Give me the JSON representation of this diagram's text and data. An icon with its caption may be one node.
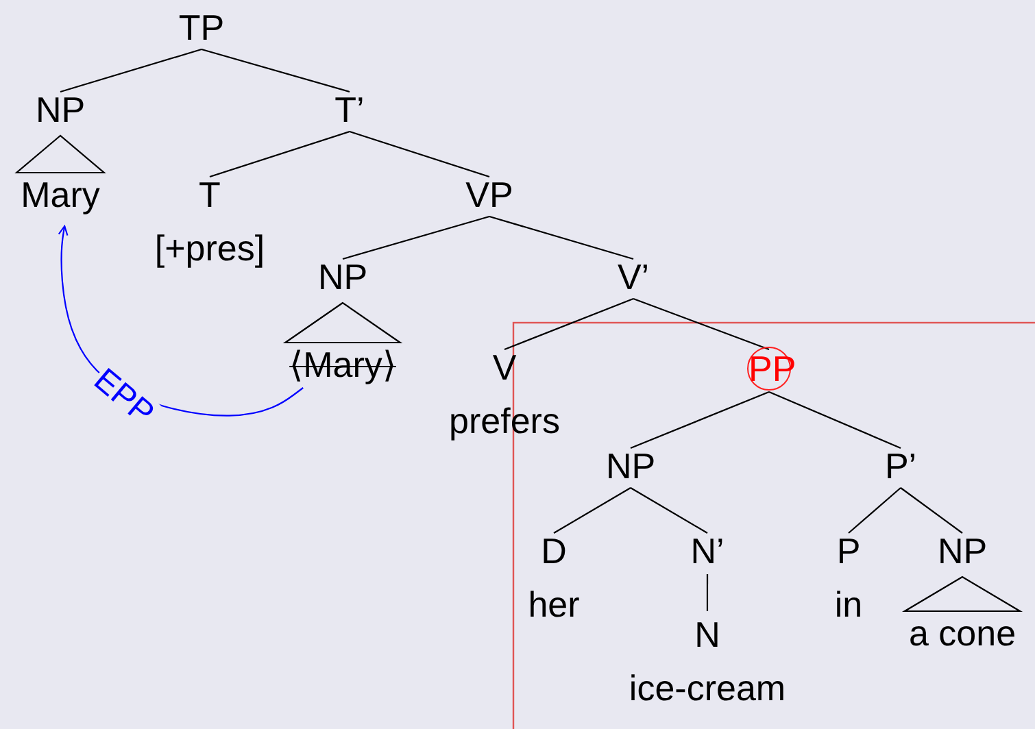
{
  "diagram": {
    "nodes": [
      {
        "text": [
          "TP"
        ]
      },
      {
        "text": [
          "NP"
        ]
      },
      {
        "text": [
          "Mary"
        ]
      },
      {
        "text": [
          "T’"
        ]
      },
      {
        "text": [
          "T",
          "[+pres]"
        ]
      },
      {
        "text": [
          "VP"
        ]
      },
      {
        "text": [
          "NP"
        ]
      },
      {
        "text": [
          "⟨Mary⟩"
        ]
      },
      {
        "text": [
          "V’"
        ]
      },
      {
        "text": [
          "V",
          "prefers"
        ]
      },
      {
        "text": [
          "PP"
        ]
      },
      {
        "text": [
          "NP"
        ]
      },
      {
        "text": [
          "P’"
        ]
      },
      {
        "text": [
          "D",
          "her"
        ]
      },
      {
        "text": [
          "N’"
        ]
      },
      {
        "text": [
          "N",
          "ice-cream"
        ]
      },
      {
        "text": [
          "P",
          "in"
        ]
      },
      {
        "text": [
          "NP"
        ]
      },
      {
        "text": [
          "a cone"
        ]
      }
    ],
    "edges": [
      {
        "from": 0,
        "to": 1,
        "arrow": "none"
      },
      {
        "from": 0,
        "to": 3,
        "arrow": "none"
      },
      {
        "from": 1,
        "to": 2,
        "arrow": "none"
      },
      {
        "from": 3,
        "to": 4,
        "arrow": "none"
      },
      {
        "from": 3,
        "to": 5,
        "arrow": "none"
      },
      {
        "from": 5,
        "to": 6,
        "arrow": "none"
      },
      {
        "from": 5,
        "to": 8,
        "arrow": "none"
      },
      {
        "from": 6,
        "to": 7,
        "arrow": "none"
      },
      {
        "from": 8,
        "to": 9,
        "arrow": "none"
      },
      {
        "from": 8,
        "to": 10,
        "arrow": "none"
      },
      {
        "from": 10,
        "to": 11,
        "arrow": "none"
      },
      {
        "from": 10,
        "to": 12,
        "arrow": "none"
      },
      {
        "from": 11,
        "to": 13,
        "arrow": "none"
      },
      {
        "from": 11,
        "to": 14,
        "arrow": "none"
      },
      {
        "from": 14,
        "to": 15,
        "arrow": "none"
      },
      {
        "from": 12,
        "to": 16,
        "arrow": "none"
      },
      {
        "from": 12,
        "to": 17,
        "arrow": "none"
      },
      {
        "from": 17,
        "to": 18,
        "arrow": "none"
      },
      {
        "from": 7,
        "to": 2,
        "arrow": "to",
        "label": "EPP",
        "color": "#0000ff"
      }
    ]
  }
}
